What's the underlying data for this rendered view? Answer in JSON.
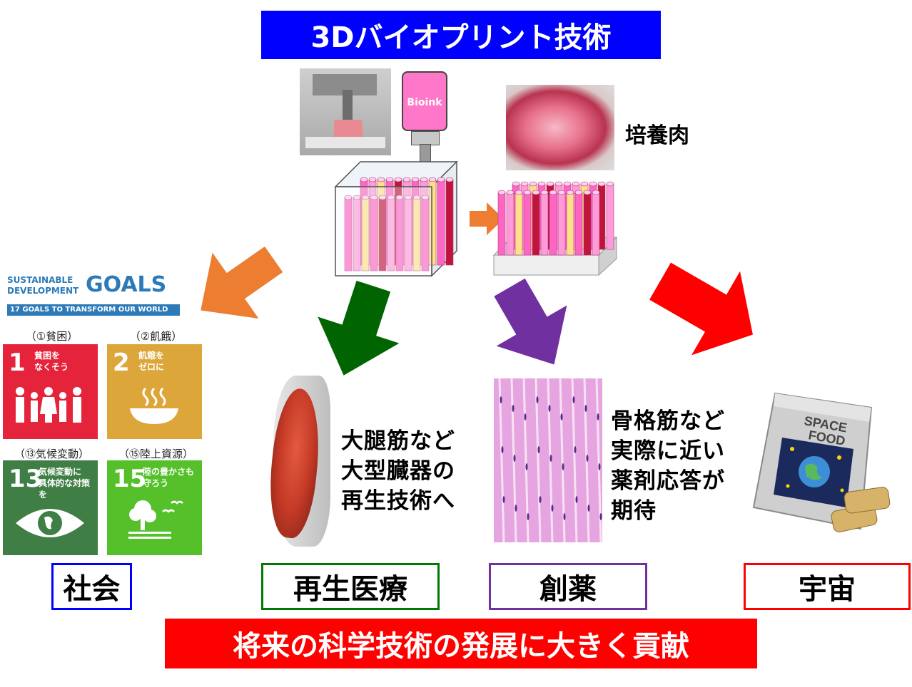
{
  "title": "3Dバイオプリント技術",
  "bioink_label": "Bioink",
  "cultured_meat_label": "培養肉",
  "sdg_logo": {
    "line1": "SUSTAINABLE",
    "line2": "DEVELOPMENT",
    "goals": "GOALS",
    "tagline": "17 GOALS TO TRANSFORM OUR WORLD"
  },
  "sdg_tiles": [
    {
      "label": "（①貧困）",
      "number": "1",
      "text": "貧困を\nなくそう",
      "color": "#E5243B"
    },
    {
      "label": "（②飢餓）",
      "number": "2",
      "text": "飢餓を\nゼロに",
      "color": "#DDA63A"
    },
    {
      "label": "（⑬気候変動）",
      "number": "13",
      "text": "気候変動に\n具体的な対策を",
      "color": "#3F7E44"
    },
    {
      "label": "（⑮陸上資源）",
      "number": "15",
      "text": "陸の豊かさも\n守ろう",
      "color": "#56C02B"
    }
  ],
  "regen_caption": "大腿筋など\n大型臓器の\n再生技術へ",
  "drug_caption": "骨格筋など\n実際に近い\n薬剤応答が\n期待",
  "space_food": {
    "line1": "SPACE",
    "line2": "FOOD"
  },
  "categories": {
    "society": "社会",
    "regen": "再生医療",
    "drug": "創薬",
    "space": "宇宙"
  },
  "bottom_banner": "将来の科学技術の発展に大きく貢献",
  "colors": {
    "title_bg": "#0000FF",
    "bottom_bg": "#FF0000",
    "arrow_orange": "#ED7D31",
    "arrow_green": "#006400",
    "arrow_purple": "#7030A0",
    "arrow_red": "#FF0000",
    "box_society": "#0000FF",
    "box_regen": "#007A00",
    "box_drug": "#7030A0",
    "box_space": "#FF0000"
  }
}
